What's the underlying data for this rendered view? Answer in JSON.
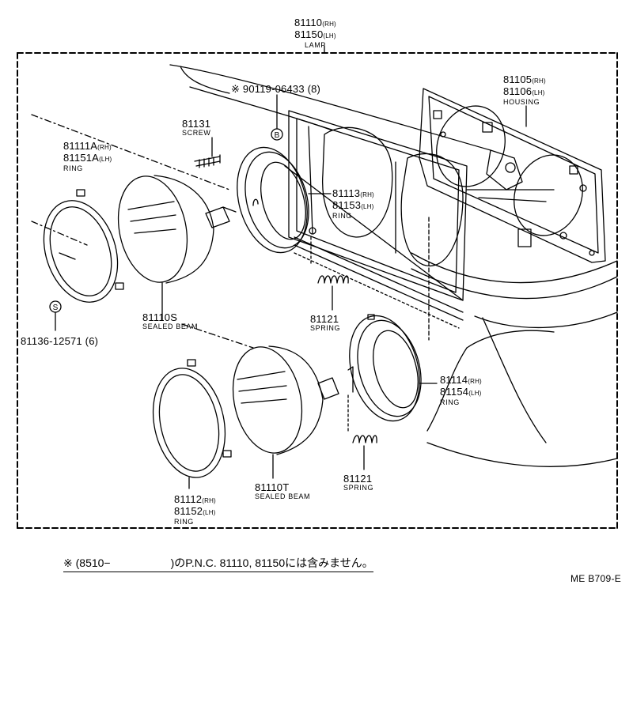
{
  "labels": {
    "lamp": {
      "pn_rh": "81110",
      "sfx_rh": "(RH)",
      "pn_lh": "81150",
      "sfx_lh": "(LH)",
      "name": "LAMP"
    },
    "bolt": {
      "text": "※ 90119-06433 (8)"
    },
    "housing": {
      "pn_rh": "81105",
      "sfx_rh": "(RH)",
      "pn_lh": "81106",
      "sfx_lh": "(LH)",
      "name": "HOUSING"
    },
    "screw": {
      "pn": "81131",
      "name": "SCREW"
    },
    "ring_outer_upper": {
      "pn_rh": "81111A",
      "sfx_rh": "(RH)",
      "pn_lh": "81151A",
      "sfx_lh": "(LH)",
      "name": "RING"
    },
    "ring_inner_upper": {
      "pn_rh": "81113",
      "sfx_rh": "(RH)",
      "pn_lh": "81153",
      "sfx_lh": "(LH)",
      "name": "RING"
    },
    "spring_upper": {
      "pn": "81121",
      "name": "SPRING"
    },
    "sealed_beam_s": {
      "pn": "81110S",
      "name": "SEALED BEAM"
    },
    "screw_s": {
      "text": "81136-12571  (6)"
    },
    "ring_inner_lower": {
      "pn_rh": "81114",
      "sfx_rh": "(RH)",
      "pn_lh": "81154",
      "sfx_lh": "(LH)",
      "name": "RING"
    },
    "spring_lower": {
      "pn": "81121",
      "name": "SPRING"
    },
    "sealed_beam_t": {
      "pn": "81110T",
      "name": "SEALED BEAM"
    },
    "ring_outer_lower": {
      "pn_rh": "81112",
      "sfx_rh": "(RH)",
      "pn_lh": "81152",
      "sfx_lh": "(LH)",
      "name": "RING"
    },
    "callout_b": "B",
    "callout_s": "S"
  },
  "note": {
    "mark": "※",
    "part1": "(8510−",
    "part2": ")のP.N.C. 81110, 81150には含みません。"
  },
  "diagram_code": "ME B709-E"
}
